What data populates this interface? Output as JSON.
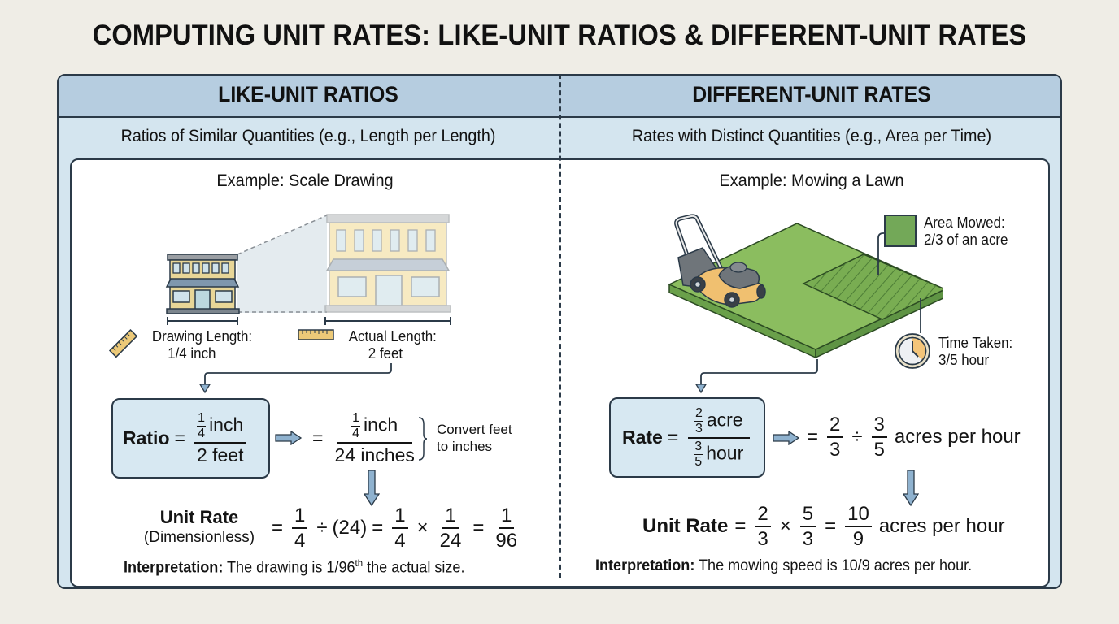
{
  "title": "COMPUTING UNIT RATES: LIKE-UNIT RATIOS & DIFFERENT-UNIT RATES",
  "colors": {
    "background": "#efede6",
    "header_band": "#b6cde0",
    "subtitle_band": "#d4e5ef",
    "border": "#2b3a48",
    "formula_box": "#d7e8f2",
    "arrow": "#7ea6c8",
    "lawn": "#8bbd5f",
    "lawn_dark": "#6aa04a",
    "mower": "#f0c070",
    "building": "#f5e3ae"
  },
  "left": {
    "header": "LIKE-UNIT RATIOS",
    "subtitle": "Ratios of Similar Quantities (e.g., Length per Length)",
    "example_title": "Example: Scale Drawing",
    "drawing_length_label": "Drawing Length:",
    "drawing_length_value": "1/4 inch",
    "actual_length_label": "Actual Length:",
    "actual_length_value": "2 feet",
    "icons": [
      "ruler-icon",
      "small-building-icon",
      "large-building-icon",
      "tape-ruler-icon"
    ],
    "ratio": {
      "label": "Ratio",
      "eq": "=",
      "num_frac_n": "1",
      "num_frac_d": "4",
      "num_unit": "inch",
      "den": "2 feet"
    },
    "converted": {
      "eq": "=",
      "num_frac_n": "1",
      "num_frac_d": "4",
      "num_unit": "inch",
      "den": "24 inches",
      "note_line1": "Convert feet",
      "note_line2": "to inches"
    },
    "unit_rate": {
      "label": "Unit Rate",
      "sublabel": "(Dimensionless)",
      "eq1": "=",
      "f1_n": "1",
      "f1_d": "4",
      "div": "÷",
      "paren": "(24)",
      "eq2": "=",
      "f2_n": "1",
      "f2_d": "4",
      "times": "×",
      "f3_n": "1",
      "f3_d": "24",
      "eq3": "=",
      "f4_n": "1",
      "f4_d": "96"
    },
    "interpretation": {
      "label": "Interpretation:",
      "text_before": " The drawing is 1/96",
      "sup": "th",
      "text_after": " the actual size."
    }
  },
  "right": {
    "header": "DIFFERENT-UNIT RATES",
    "subtitle": "Rates with Distinct Quantities (e.g., Area per Time)",
    "example_title": "Example: Mowing a Lawn",
    "area_label": "Area Mowed:",
    "area_value": "2/3 of an acre",
    "time_label": "Time Taken:",
    "time_value": "3/5 hour",
    "icons": [
      "lawn-mower-icon",
      "lawn-icon",
      "area-swatch-icon",
      "clock-icon"
    ],
    "rate": {
      "label": "Rate",
      "eq": "=",
      "num_n": "2",
      "num_d": "3",
      "num_unit": "acre",
      "den_n": "3",
      "den_d": "5",
      "den_unit": "hour"
    },
    "division": {
      "eq": "=",
      "f1_n": "2",
      "f1_d": "3",
      "div": "÷",
      "f2_n": "3",
      "f2_d": "5",
      "unit": "acres per hour"
    },
    "unit_rate": {
      "label": "Unit Rate",
      "eq1": "=",
      "f1_n": "2",
      "f1_d": "3",
      "times": "×",
      "f2_n": "5",
      "f2_d": "3",
      "eq2": "=",
      "f3_n": "10",
      "f3_d": "9",
      "unit": "acres per hour"
    },
    "interpretation": {
      "label": "Interpretation:",
      "text": " The mowing speed is 10/9 acres per hour."
    }
  }
}
